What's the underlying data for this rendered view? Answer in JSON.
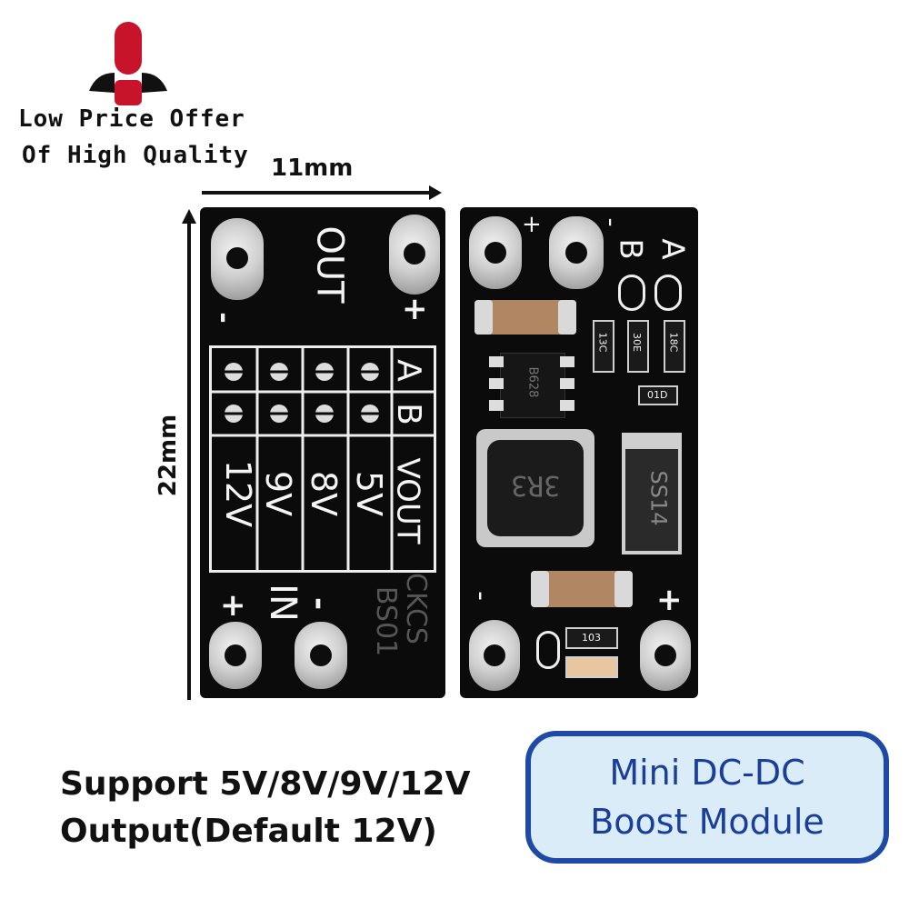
{
  "logo": {
    "line1": "Low Price Offer",
    "line2": "Of High Quality",
    "accent": "#c8142a"
  },
  "dimensions": {
    "width": "11mm",
    "height": "22mm"
  },
  "board_front": {
    "out_label": "OUT",
    "plus": "+",
    "minus": "-",
    "in_label": "IN",
    "table": {
      "headers": [
        "A",
        "B",
        "VOUT"
      ],
      "rows": [
        {
          "vout": "5V"
        },
        {
          "vout": "8V"
        },
        {
          "vout": "9V"
        },
        {
          "vout": "12V"
        }
      ]
    },
    "brand": "CKCS",
    "model": "BS01"
  },
  "board_back": {
    "label_a": "A",
    "label_b": "B",
    "plus": "+",
    "minus": "-",
    "resistors": [
      "13C",
      "30E",
      "18C",
      "01D",
      "103"
    ],
    "ic": "B628",
    "inductor": "3R3",
    "diode": "SS14"
  },
  "caption": {
    "line1": "Support 5V/8V/9V/12V",
    "line2": "Output(Default 12V)"
  },
  "badge": {
    "line1": "Mini DC-DC",
    "line2": "Boost Module"
  }
}
